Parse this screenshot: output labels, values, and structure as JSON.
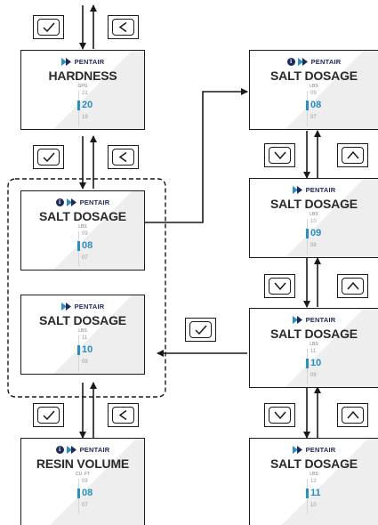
{
  "brand": "PENTAIR",
  "screens": [
    {
      "id": "hardness",
      "title": "HARDNESS",
      "unit": "GPG",
      "above": "21",
      "selected": "20",
      "below": "19",
      "info": false
    },
    {
      "id": "salt-a",
      "title": "SALT DOSAGE",
      "unit": "LBS",
      "above": "09",
      "selected": "08",
      "below": "07",
      "info": true
    },
    {
      "id": "salt-b",
      "title": "SALT DOSAGE",
      "unit": "LBS",
      "above": "11",
      "selected": "10",
      "below": "09",
      "info": false
    },
    {
      "id": "resin",
      "title": "RESIN VOLUME",
      "unit": "CU. FT",
      "above": "09",
      "selected": "08",
      "below": "07",
      "info": true
    },
    {
      "id": "salt-r1",
      "title": "SALT DOSAGE",
      "unit": "LBS",
      "above": "09",
      "selected": "08",
      "below": "07",
      "info": true
    },
    {
      "id": "salt-r2",
      "title": "SALT DOSAGE",
      "unit": "LBS",
      "above": "10",
      "selected": "09",
      "below": "08",
      "info": false
    },
    {
      "id": "salt-r3",
      "title": "SALT DOSAGE",
      "unit": "LBS",
      "above": "11",
      "selected": "10",
      "below": "09",
      "info": false
    },
    {
      "id": "salt-r4",
      "title": "SALT DOSAGE",
      "unit": "LBS",
      "above": "12",
      "selected": "11",
      "below": "10",
      "info": false
    }
  ],
  "buttons": [
    {
      "id": "check-top",
      "icon": "checkmark-icon"
    },
    {
      "id": "back-top",
      "icon": "chevron-left-icon"
    },
    {
      "id": "check-mid",
      "icon": "checkmark-icon"
    },
    {
      "id": "back-mid",
      "icon": "chevron-left-icon"
    },
    {
      "id": "check-bot",
      "icon": "checkmark-icon"
    },
    {
      "id": "back-bot",
      "icon": "chevron-left-icon"
    },
    {
      "id": "down-r1",
      "icon": "chevron-down-icon"
    },
    {
      "id": "up-r1",
      "icon": "chevron-up-icon"
    },
    {
      "id": "down-r2",
      "icon": "chevron-down-icon"
    },
    {
      "id": "up-r2",
      "icon": "chevron-up-icon"
    },
    {
      "id": "check-float",
      "icon": "checkmark-icon"
    },
    {
      "id": "down-r3",
      "icon": "chevron-down-icon"
    },
    {
      "id": "up-r3",
      "icon": "chevron-up-icon"
    }
  ],
  "colors": {
    "brand_navy": "#1e2a5a",
    "accent_blue": "#2b8fc0",
    "line": "#1a1a1a"
  }
}
